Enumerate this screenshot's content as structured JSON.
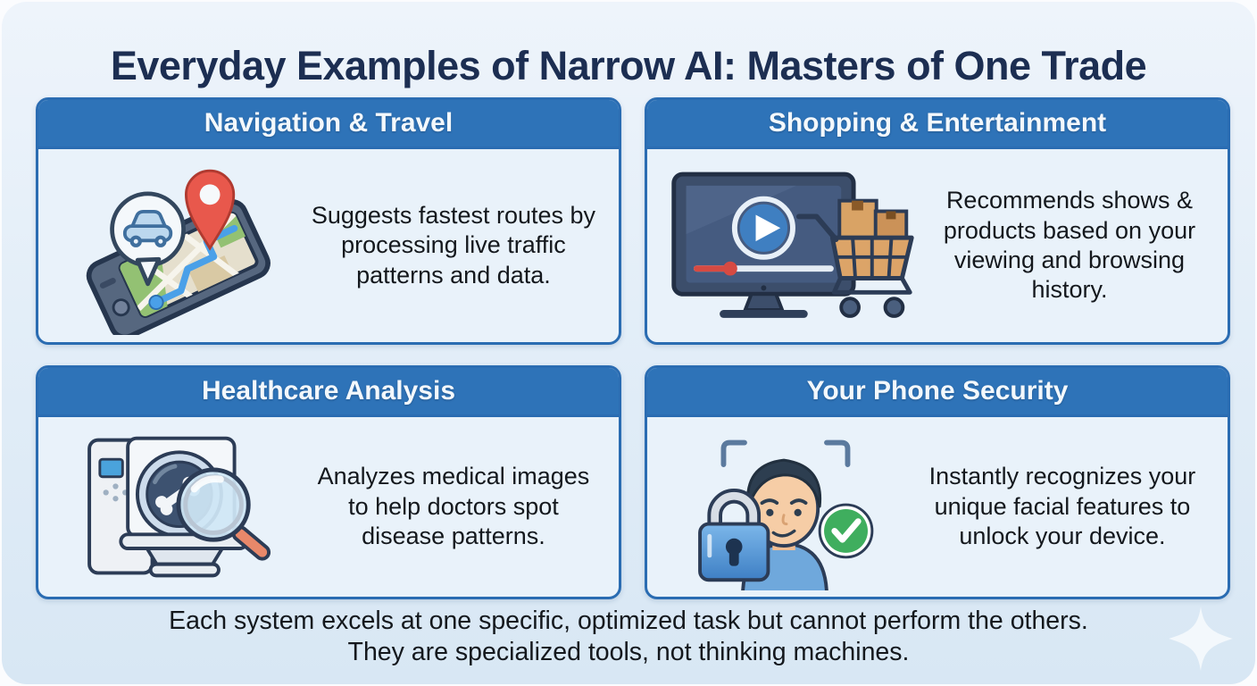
{
  "title": "Everyday Examples of Narrow AI: Masters of One Trade",
  "cards": [
    {
      "title": "Navigation & Travel",
      "description": "Suggests fastest routes by processing live traffic patterns and data.",
      "icon": "navigation-phone-map-icon"
    },
    {
      "title": "Shopping & Entertainment",
      "description": "Recommends shows & products based on your viewing and browsing history.",
      "icon": "video-player-shopping-cart-icon"
    },
    {
      "title": "Healthcare Analysis",
      "description": "Analyzes medical images to help doctors spot disease patterns.",
      "icon": "medical-scanner-magnifier-icon"
    },
    {
      "title": "Your Phone Security",
      "description": "Instantly recognizes your unique facial features to unlock your device.",
      "icon": "face-recognition-lock-icon"
    }
  ],
  "footer": {
    "line1": "Each system excels at one specific, optimized task but cannot perform the others.",
    "line2": "They are specialized tools, not thinking machines."
  },
  "colors": {
    "header_blue": "#2e73b8",
    "card_border": "#2a6cb2",
    "card_body_bg": "#e9f2fa",
    "page_bg": "#e3eef8",
    "title_navy": "#1c2e52",
    "body_text": "#14181d",
    "pin_red": "#e8584c",
    "route_blue": "#4aa0e8",
    "check_green": "#3fae5e",
    "box_tan": "#d9a365",
    "handle_orange": "#e8886a"
  }
}
